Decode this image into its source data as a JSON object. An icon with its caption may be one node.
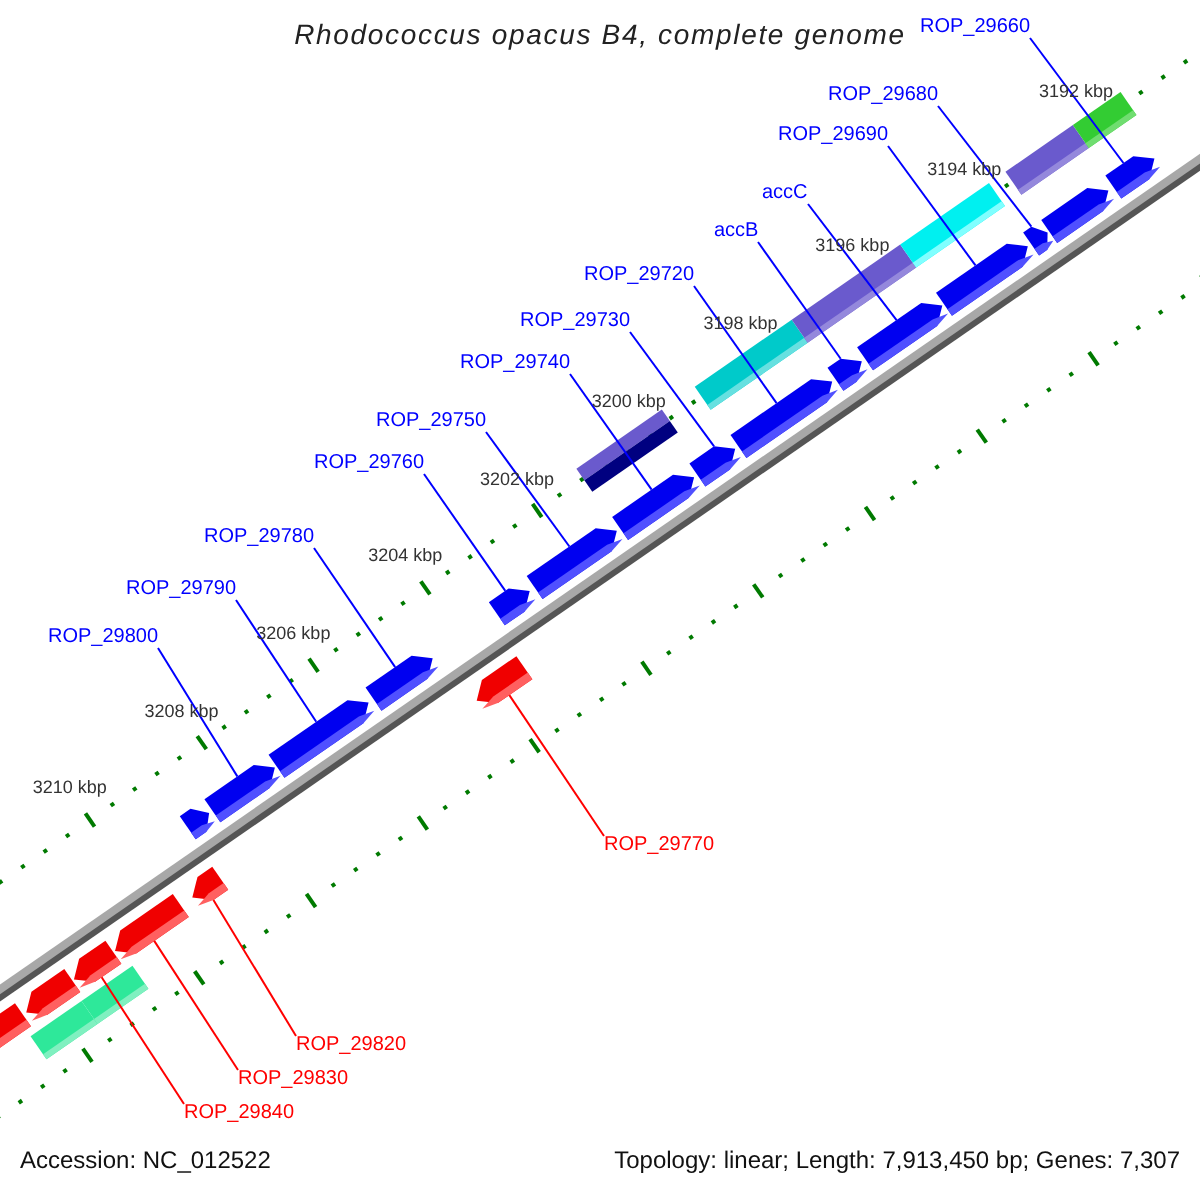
{
  "diagram": {
    "title": "Rhodococcus opacus B4, complete genome",
    "nodes": [
      {
        "text": [
          "ROP_29660"
        ]
      },
      {
        "text": [
          "ROP_29680"
        ]
      },
      {
        "text": [
          "ROP_29690"
        ]
      },
      {
        "text": [
          "accC"
        ]
      },
      {
        "text": [
          "accB"
        ]
      },
      {
        "text": [
          "ROP_29720"
        ]
      },
      {
        "text": [
          "ROP_29730"
        ]
      },
      {
        "text": [
          "ROP_29740"
        ]
      },
      {
        "text": [
          "ROP_29750"
        ]
      },
      {
        "text": [
          "ROP_29760"
        ]
      },
      {
        "text": [
          "ROP_29780"
        ]
      },
      {
        "text": [
          "ROP_29790"
        ]
      },
      {
        "text": [
          "ROP_29800"
        ]
      },
      {
        "text": [
          "ROP_29770"
        ]
      },
      {
        "text": [
          "ROP_29820"
        ]
      },
      {
        "text": [
          "ROP_29830"
        ]
      },
      {
        "text": [
          "ROP_29840"
        ]
      },
      {
        "text": [],
        "shape": "pentagon"
      },
      {
        "text": [],
        "shape": "pentagon"
      },
      {
        "text": [],
        "shape": "pentagon"
      },
      {
        "text": [],
        "shape": "pentagon"
      },
      {
        "text": [],
        "shape": "pentagon"
      },
      {
        "text": [],
        "shape": "pentagon"
      },
      {
        "text": [],
        "shape": "pentagon"
      },
      {
        "text": [],
        "shape": "pentagon"
      },
      {
        "text": [],
        "shape": "pentagon"
      },
      {
        "text": [],
        "shape": "pentagon"
      },
      {
        "text": [],
        "shape": "pentagon"
      },
      {
        "text": [],
        "shape": "pentagon"
      },
      {
        "text": [],
        "shape": "pentagon"
      },
      {
        "text": [],
        "shape": "pentagon"
      },
      {
        "text": [],
        "shape": "pentagon"
      },
      {
        "text": [],
        "shape": "pentagon"
      },
      {
        "text": [],
        "shape": "pentagon"
      },
      {
        "text": [],
        "shape": "pentagon"
      },
      {
        "text": [],
        "shape": "pentagon"
      },
      {
        "text": [],
        "shape": "pentagon"
      },
      {
        "text": [],
        "shape": "pentagon"
      }
    ],
    "edges": [
      {
        "from": 0,
        "to": 37,
        "arrow": "none"
      },
      {
        "from": 1,
        "to": 35,
        "arrow": "none"
      },
      {
        "from": 2,
        "to": 34,
        "arrow": "none"
      },
      {
        "from": 3,
        "to": 33,
        "arrow": "none"
      },
      {
        "from": 4,
        "to": 32,
        "arrow": "none"
      },
      {
        "from": 5,
        "to": 31,
        "arrow": "none"
      },
      {
        "from": 6,
        "to": 30,
        "arrow": "none"
      },
      {
        "from": 7,
        "to": 29,
        "arrow": "none"
      },
      {
        "from": 8,
        "to": 28,
        "arrow": "none"
      },
      {
        "from": 9,
        "to": 27,
        "arrow": "none"
      },
      {
        "from": 10,
        "to": 25,
        "arrow": "none"
      },
      {
        "from": 11,
        "to": 24,
        "arrow": "none"
      },
      {
        "from": 12,
        "to": 23,
        "arrow": "none"
      },
      {
        "from": 13,
        "to": 26,
        "arrow": "none",
        "color": "#ff0000"
      },
      {
        "from": 14,
        "to": 21,
        "arrow": "none",
        "color": "#ff0000"
      },
      {
        "from": 15,
        "to": 20,
        "arrow": "none",
        "color": "#ff0000"
      },
      {
        "from": 16,
        "to": 19,
        "arrow": "none",
        "color": "#ff0000"
      }
    ],
    "labels": [
      "3192 kbp",
      "3194 kbp",
      "3196 kbp",
      "3198 kbp",
      "3200 kbp",
      "3202 kbp",
      "3204 kbp",
      "3206 kbp",
      "3208 kbp",
      "3210 kbp",
      "Accession: NC_012522",
      "Topology: linear; Length: 7,913,450 bp; Genes: 7,307"
    ]
  }
}
